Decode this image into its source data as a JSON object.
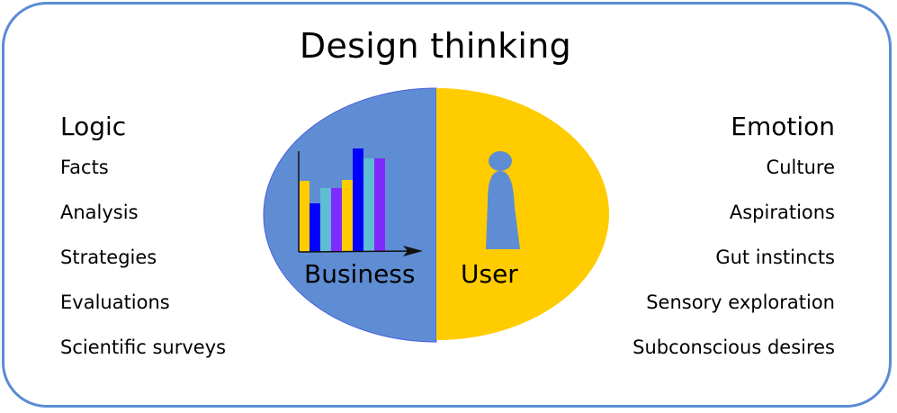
{
  "title": "Design thinking",
  "left_column": {
    "heading": "Logic",
    "items": [
      "Facts",
      "Analysis",
      "Strategies",
      "Evaluations",
      "Scientific surveys"
    ]
  },
  "right_column": {
    "heading": "Emotion",
    "items": [
      "Culture",
      "Aspirations",
      "Gut instincts",
      "Sensory exploration",
      "Subconscious desires"
    ]
  },
  "center": {
    "left_half": {
      "label": "Business",
      "icon": "bar-chart-icon",
      "color": "#5f8dd3"
    },
    "right_half": {
      "label": "User",
      "icon": "person-icon",
      "color": "#ffcc00"
    }
  },
  "colors": {
    "frame_border": "#5b8bd6",
    "business_fill": "#5f8dd3",
    "user_fill": "#ffcc00",
    "person_fill": "#5f8dd3",
    "bar_yellow": "#ffcc00",
    "bar_blue": "#0000ff",
    "bar_cyan": "#5fbcd3",
    "bar_purple": "#7f2aff"
  },
  "bar_chart_icon": {
    "bars": [
      {
        "color": "#ffcc00",
        "height": 79
      },
      {
        "color": "#0000ff",
        "height": 54
      },
      {
        "color": "#5fbcd3",
        "height": 71
      },
      {
        "color": "#7f2aff",
        "height": 71
      },
      {
        "color": "#ffcc00",
        "height": 80
      },
      {
        "color": "#0000ff",
        "height": 115
      },
      {
        "color": "#5fbcd3",
        "height": 104
      },
      {
        "color": "#7f2aff",
        "height": 104
      }
    ]
  }
}
